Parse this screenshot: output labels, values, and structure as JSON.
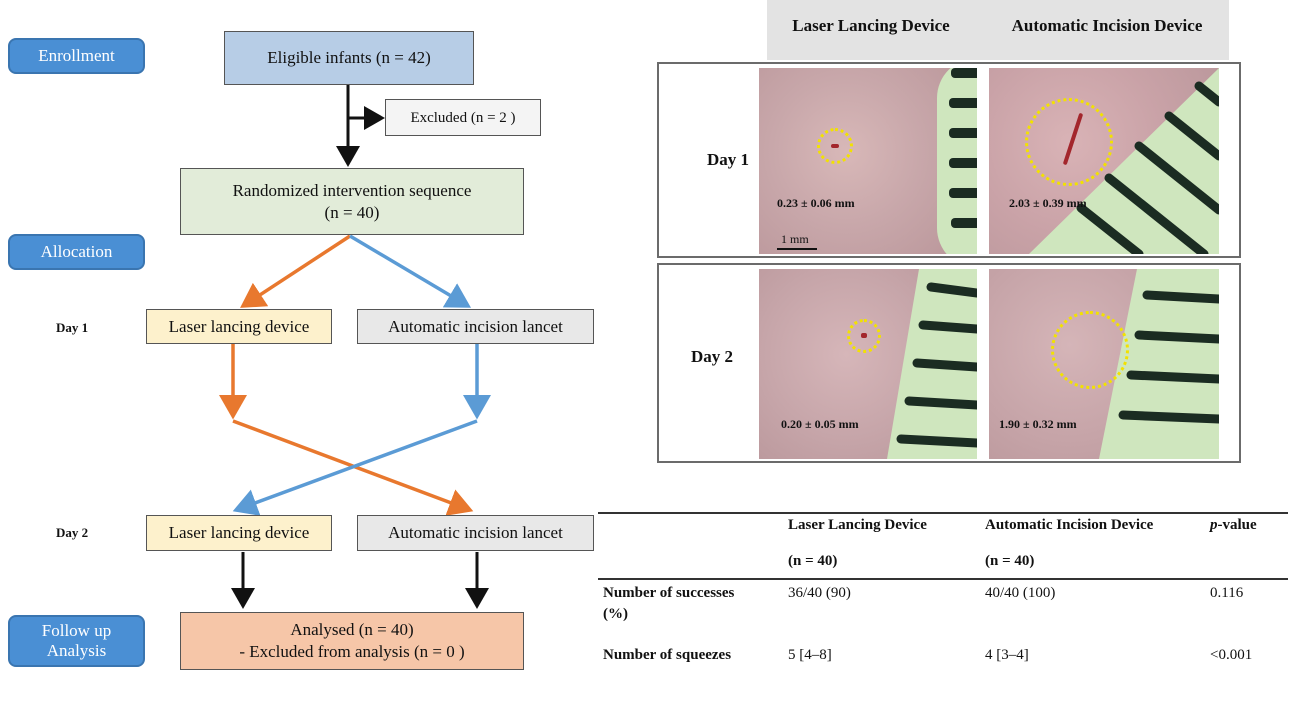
{
  "flowchart": {
    "stages": {
      "enrollment": "Enrollment",
      "allocation": "Allocation",
      "follow_up_line1": "Follow up",
      "follow_up_line2": "Analysis"
    },
    "eligible": "Eligible infants (n = 42)",
    "excluded": "Excluded (n = 2 )",
    "randomized_line1": "Randomized intervention sequence",
    "randomized_line2": "(n = 40)",
    "day1_label": "Day 1",
    "day2_label": "Day 2",
    "day1_left": "Laser lancing device",
    "day1_right": "Automatic incision lancet",
    "day2_left": "Laser lancing device",
    "day2_right": "Automatic incision lancet",
    "analysed_line1": "Analysed (n = 40)",
    "analysed_line2": "- Excluded from analysis (n = 0  )",
    "colors": {
      "stage_tab": "#4a8fd4",
      "eligible": "#b7cde6",
      "randomized": "#e2ecd9",
      "laser": "#fdf1cc",
      "automatic": "#e8e8e8",
      "analysed": "#f6c6a8",
      "orange_arrow": "#e8782e",
      "blue_arrow": "#5b9bd5"
    }
  },
  "images": {
    "col_headers": [
      "Laser Lancing Device",
      "Automatic Incision Device"
    ],
    "row_labels": [
      "Day 1",
      "Day 2"
    ],
    "measurements": {
      "day1_laser": "0.23 ± 0.06 mm",
      "day1_auto": "2.03 ± 0.39 mm",
      "day2_laser": "0.20 ± 0.05 mm",
      "day2_auto": "1.90 ± 0.32 mm"
    },
    "scale_bar": "1 mm"
  },
  "table": {
    "headers": {
      "col1_line1": "Laser Lancing Device",
      "col1_line2": "(n = 40)",
      "col2_line1": "Automatic Incision Device",
      "col2_line2": "(n = 40)",
      "col3_italic": "p",
      "col3_rest": "-value"
    },
    "rows": [
      {
        "label_line1": "Number  of  successes",
        "label_line2": "(%)",
        "laser": "36/40 (90)",
        "auto": "40/40 (100)",
        "p": "0.116"
      },
      {
        "label_line1": "Number of squeezes",
        "label_line2": "",
        "laser": "5 [4–8]",
        "auto": "4 [3–4]",
        "p": "<0.001"
      }
    ]
  }
}
